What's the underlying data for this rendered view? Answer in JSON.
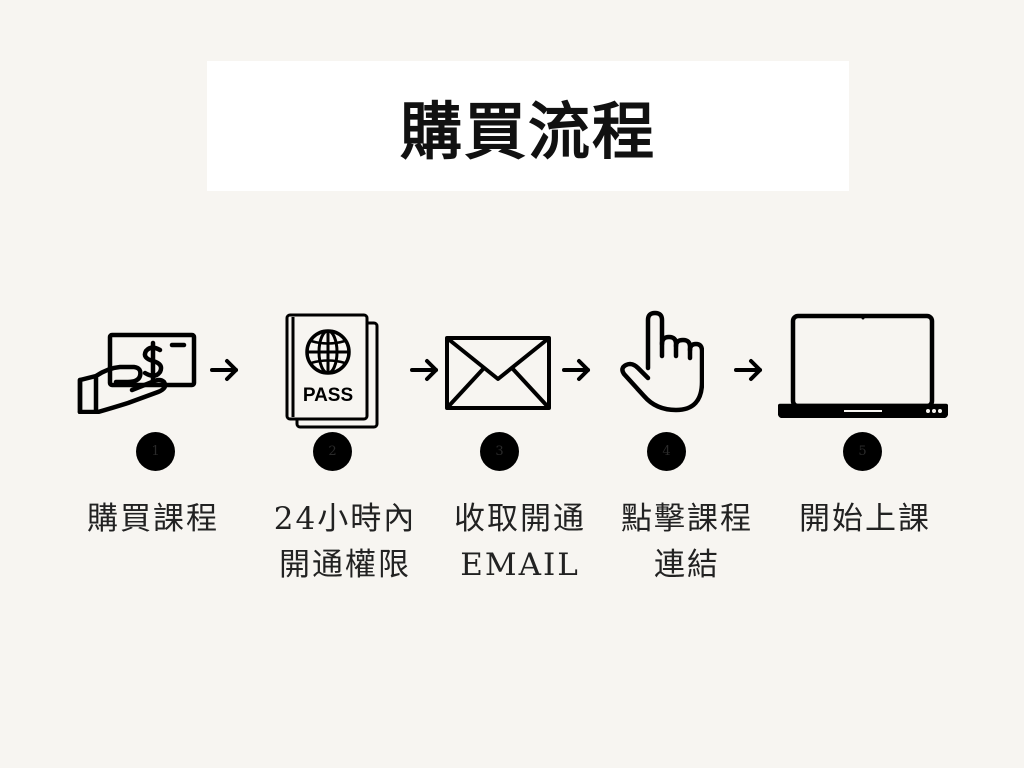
{
  "title": "購買流程",
  "colors": {
    "background": "#f7f5f1",
    "title_box": "#ffffff",
    "ink": "#111111"
  },
  "steps": [
    {
      "number": "1",
      "icon": "cash-payment-hand-icon",
      "label_lines": [
        "購買課程"
      ]
    },
    {
      "number": "2",
      "icon": "passport-icon",
      "icon_text": "PASS",
      "label_lines": [
        "24小時內",
        "開通權限"
      ]
    },
    {
      "number": "3",
      "icon": "envelope-icon",
      "label_lines": [
        "收取開通",
        "EMAIL"
      ]
    },
    {
      "number": "4",
      "icon": "pointing-hand-icon",
      "label_lines": [
        "點擊課程",
        "連結"
      ]
    },
    {
      "number": "5",
      "icon": "laptop-icon",
      "label_lines": [
        "開始上課"
      ]
    }
  ]
}
